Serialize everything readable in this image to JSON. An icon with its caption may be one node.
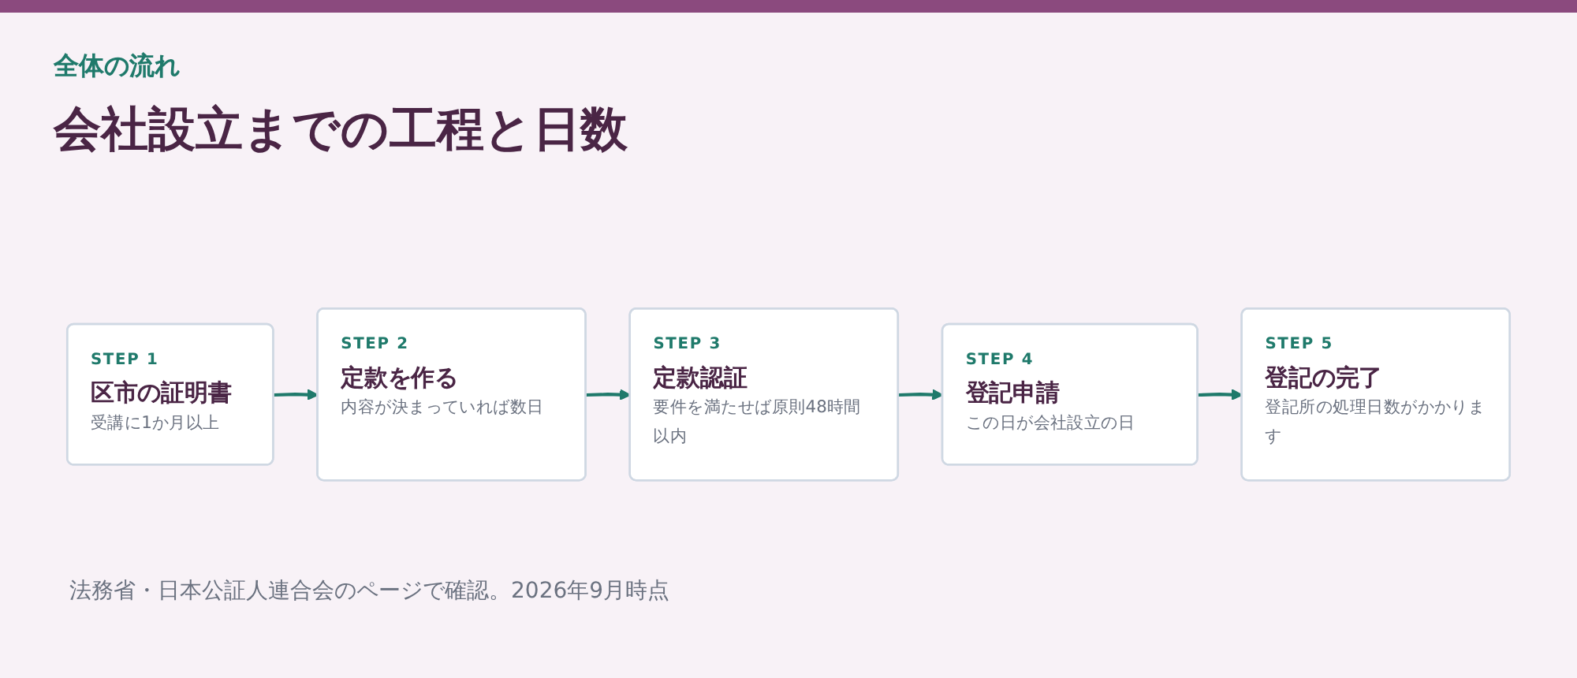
{
  "diagram": {
    "title": "会社設立までの工程と日数",
    "caption": "法務省・日本公証人連合会のページで確認。2026年9月時点",
    "labels": [
      "全体の流れ"
    ],
    "nodes": [
      {
        "text": [
          "STEP 1",
          "区市の証明書",
          "受講に1か月以上"
        ]
      },
      {
        "text": [
          "STEP 2",
          "定款を作る",
          "内容が決まっていれば数日"
        ]
      },
      {
        "text": [
          "STEP 3",
          "定款認証",
          "要件を満たせば原則48時間以内"
        ]
      },
      {
        "text": [
          "STEP 4",
          "登記申請",
          "この日が会社設立の日"
        ]
      },
      {
        "text": [
          "STEP 5",
          "登記の完了",
          "登記所の処理日数がかかります"
        ]
      }
    ],
    "edges": [
      {
        "from": 0,
        "to": 1,
        "arrow": "to"
      },
      {
        "from": 1,
        "to": 2,
        "arrow": "to"
      },
      {
        "from": 2,
        "to": 3,
        "arrow": "to"
      },
      {
        "from": 3,
        "to": 4,
        "arrow": "to"
      }
    ]
  }
}
